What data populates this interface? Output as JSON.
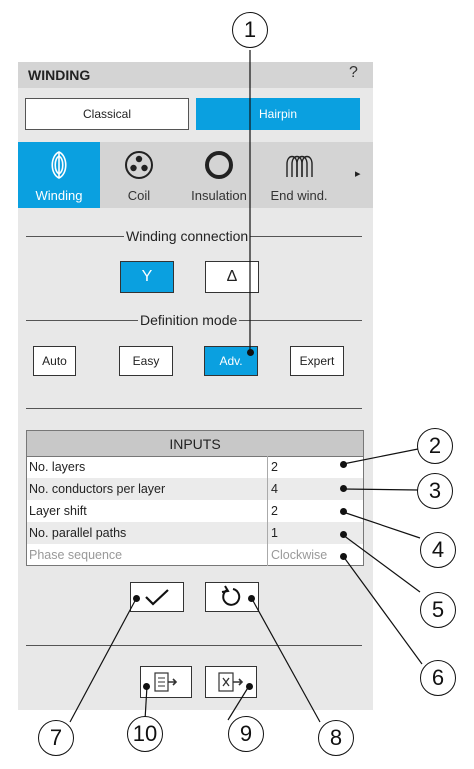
{
  "header": {
    "title": "WINDING",
    "help": "?"
  },
  "toggles": [
    {
      "label": "Classical",
      "selected": false
    },
    {
      "label": "Hairpin",
      "selected": true
    }
  ],
  "tabs": [
    {
      "label": "Winding",
      "icon": "winding-icon",
      "active": true
    },
    {
      "label": "Coil",
      "icon": "coil-icon",
      "active": false
    },
    {
      "label": "Insulation",
      "icon": "insulation-icon",
      "active": false
    },
    {
      "label": "End wind.",
      "icon": "end-winding-icon",
      "active": false
    }
  ],
  "tabs_more": "▸",
  "connection": {
    "title": "Winding connection",
    "options": [
      "Y",
      "Δ"
    ],
    "selected": "Y"
  },
  "definition": {
    "title": "Definition mode",
    "options": [
      "Auto",
      "Easy",
      "Adv.",
      "Expert"
    ],
    "selected": "Adv."
  },
  "inputs": {
    "title": "INPUTS",
    "rows": [
      {
        "label": "No. layers",
        "value": "2"
      },
      {
        "label": "No. conductors per layer",
        "value": "4"
      },
      {
        "label": "Layer shift",
        "value": "2"
      },
      {
        "label": "No. parallel paths",
        "value": "1"
      },
      {
        "label": "Phase sequence",
        "value": "Clockwise"
      }
    ]
  },
  "actions": {
    "apply": "check-icon",
    "reset": "reset-icon",
    "export": "export-icon",
    "excel": "excel-export-icon"
  },
  "callouts": [
    "1",
    "2",
    "3",
    "4",
    "5",
    "6",
    "7",
    "8",
    "9",
    "10"
  ],
  "colors": {
    "accent": "#0aa0e0",
    "panel": "#e8e8e8",
    "header": "#d4d4d4"
  }
}
